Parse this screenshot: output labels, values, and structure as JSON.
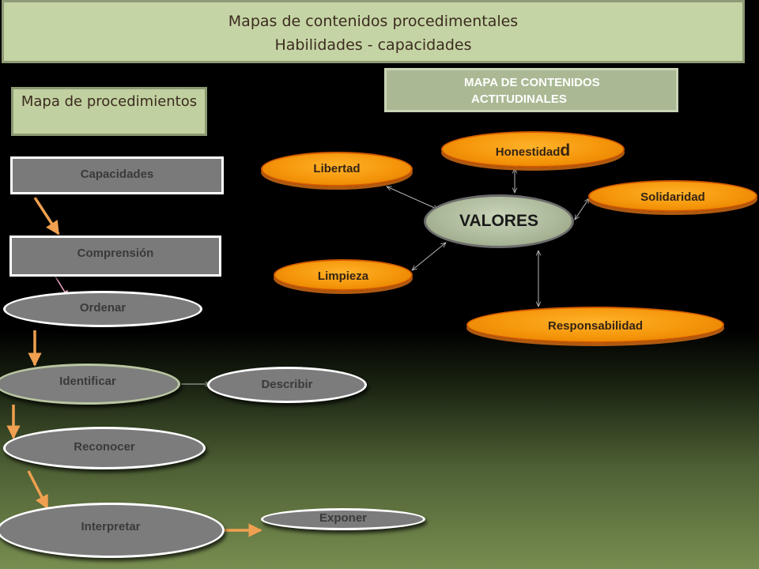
{
  "header": {
    "line1": "Mapas de contenidos procedimentales",
    "line2": "Habilidades - capacidades"
  },
  "procedures": {
    "title": "Mapa de procedimientos",
    "nodes": {
      "capacidades": "Capacidades",
      "comprension": "Comprensión",
      "ordenar": "Ordenar",
      "identificar": "Identificar",
      "describir": "Describir",
      "reconocer": "Reconocer",
      "interpretar": "Interpretar",
      "exponer": "Exponer"
    }
  },
  "attitudes": {
    "title_line1": "MAPA DE CONTENIDOS",
    "title_line2": "ACTITUDINALES",
    "center": "VALORES",
    "values": {
      "honestidad": "Honestidad",
      "libertad": "Libertad",
      "solidaridad": "Solidaridad",
      "limpieza": "Limpieza",
      "responsabilidad": "Responsabilidad"
    }
  },
  "colors": {
    "header_bg": "#c5d4a5",
    "orange_node": "#f5960a",
    "gray_node": "#7c7c7c",
    "arrow_orange": "#f0a050"
  }
}
